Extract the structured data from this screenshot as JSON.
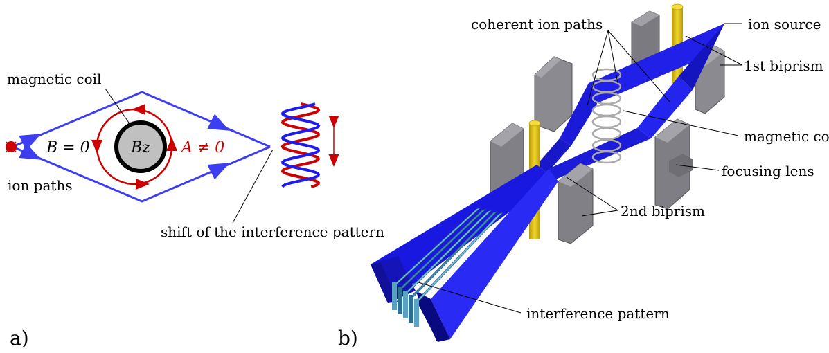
{
  "panel_a": {
    "label": "a)",
    "magnetic_coil": "magnetic coil",
    "ion_paths": "ion paths",
    "field_b": "B = 0",
    "field_a": "A ≠ 0",
    "coil_field": "Bz",
    "shift_caption": "shift of the interference pattern",
    "colors": {
      "path": "#3d3df2",
      "vector_potential": "#cc0000",
      "coil_fill": "#c0c0c0"
    }
  },
  "panel_b": {
    "label": "b)",
    "coherent_ion_paths": "coherent ion paths",
    "ion_source": "ion source",
    "first_biprism": "1st biprism",
    "magnetic_coil": "magnetic coil",
    "focusing_lens": "focusing lens",
    "second_biprism": "2nd biprism",
    "interference_pattern": "interference pattern",
    "colors": {
      "beam": "#1f1fe6",
      "electrode": "#7d7d82",
      "wire": "#e0c21a",
      "pattern": "#5fa8c8"
    }
  }
}
